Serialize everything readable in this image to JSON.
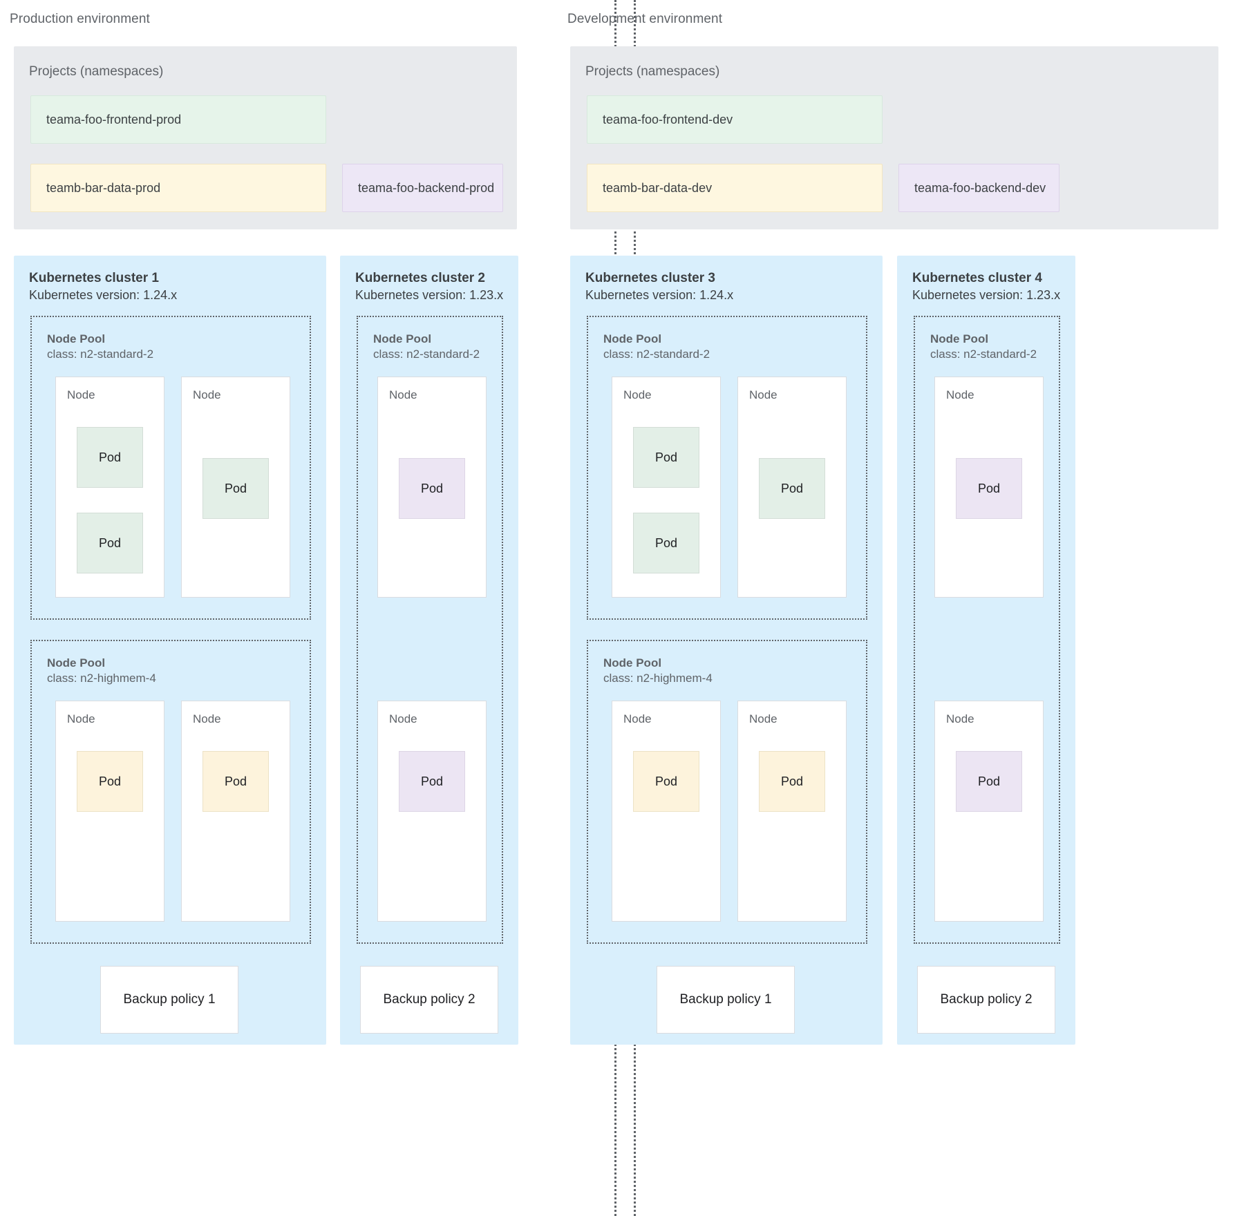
{
  "diagram": {
    "title": "Kubernetes multi-environment cluster topology",
    "colors": {
      "cluster_bg": "#d9effc",
      "projects_bg": "#e8eaed",
      "node_bg": "#ffffff",
      "pod_green": "#e3efe7",
      "pod_yellow": "#fdf3dc",
      "pod_purple": "#ece5f3",
      "divider": "#5f6368"
    }
  },
  "environments": [
    {
      "title": "Production environment",
      "projects": {
        "label": "Projects (namespaces)",
        "namespaces": [
          {
            "name": "teama-foo-frontend-prod",
            "color": "green"
          },
          {
            "name": "teamb-bar-data-prod",
            "color": "yellow"
          },
          {
            "name": "teama-foo-backend-prod",
            "color": "purple"
          }
        ]
      },
      "clusters": [
        {
          "name": "Kubernetes cluster 1",
          "version": "Kubernetes version: 1.24.x",
          "node_pools": [
            {
              "title": "Node Pool",
              "class": "class: n2-standard-2",
              "nodes": [
                {
                  "label": "Node",
                  "pods": [
                    {
                      "label": "Pod",
                      "color": "green"
                    },
                    {
                      "label": "Pod",
                      "color": "green"
                    }
                  ]
                },
                {
                  "label": "Node",
                  "pods": [
                    {
                      "label": "Pod",
                      "color": "green"
                    }
                  ]
                }
              ]
            },
            {
              "title": "Node Pool",
              "class": "class: n2-highmem-4",
              "nodes": [
                {
                  "label": "Node",
                  "pods": [
                    {
                      "label": "Pod",
                      "color": "yellow"
                    }
                  ]
                },
                {
                  "label": "Node",
                  "pods": [
                    {
                      "label": "Pod",
                      "color": "yellow"
                    }
                  ]
                }
              ]
            }
          ],
          "backup_policy": "Backup policy 1"
        },
        {
          "name": "Kubernetes cluster 2",
          "version": "Kubernetes version: 1.23.x",
          "node_pools": [
            {
              "title": "Node Pool",
              "class": "class: n2-standard-2",
              "nodes": [
                {
                  "label": "Node",
                  "pods": [
                    {
                      "label": "Pod",
                      "color": "purple"
                    }
                  ]
                },
                {
                  "label": "Node",
                  "pods": [
                    {
                      "label": "Pod",
                      "color": "purple"
                    }
                  ]
                }
              ]
            }
          ],
          "backup_policy": "Backup policy 2"
        }
      ]
    },
    {
      "title": "Development environment",
      "projects": {
        "label": "Projects (namespaces)",
        "namespaces": [
          {
            "name": "teama-foo-frontend-dev",
            "color": "green"
          },
          {
            "name": "teamb-bar-data-dev",
            "color": "yellow"
          },
          {
            "name": "teama-foo-backend-dev",
            "color": "purple"
          }
        ]
      },
      "clusters": [
        {
          "name": "Kubernetes cluster 3",
          "version": "Kubernetes version: 1.24.x",
          "node_pools": [
            {
              "title": "Node Pool",
              "class": "class: n2-standard-2",
              "nodes": [
                {
                  "label": "Node",
                  "pods": [
                    {
                      "label": "Pod",
                      "color": "green"
                    },
                    {
                      "label": "Pod",
                      "color": "green"
                    }
                  ]
                },
                {
                  "label": "Node",
                  "pods": [
                    {
                      "label": "Pod",
                      "color": "green"
                    }
                  ]
                }
              ]
            },
            {
              "title": "Node Pool",
              "class": "class: n2-highmem-4",
              "nodes": [
                {
                  "label": "Node",
                  "pods": [
                    {
                      "label": "Pod",
                      "color": "yellow"
                    }
                  ]
                },
                {
                  "label": "Node",
                  "pods": [
                    {
                      "label": "Pod",
                      "color": "yellow"
                    }
                  ]
                }
              ]
            }
          ],
          "backup_policy": "Backup policy 1"
        },
        {
          "name": "Kubernetes cluster 4",
          "version": "Kubernetes version: 1.23.x",
          "node_pools": [
            {
              "title": "Node Pool",
              "class": "class: n2-standard-2",
              "nodes": [
                {
                  "label": "Node",
                  "pods": [
                    {
                      "label": "Pod",
                      "color": "purple"
                    }
                  ]
                },
                {
                  "label": "Node",
                  "pods": [
                    {
                      "label": "Pod",
                      "color": "purple"
                    }
                  ]
                }
              ]
            }
          ],
          "backup_policy": "Backup policy 2"
        }
      ]
    }
  ]
}
